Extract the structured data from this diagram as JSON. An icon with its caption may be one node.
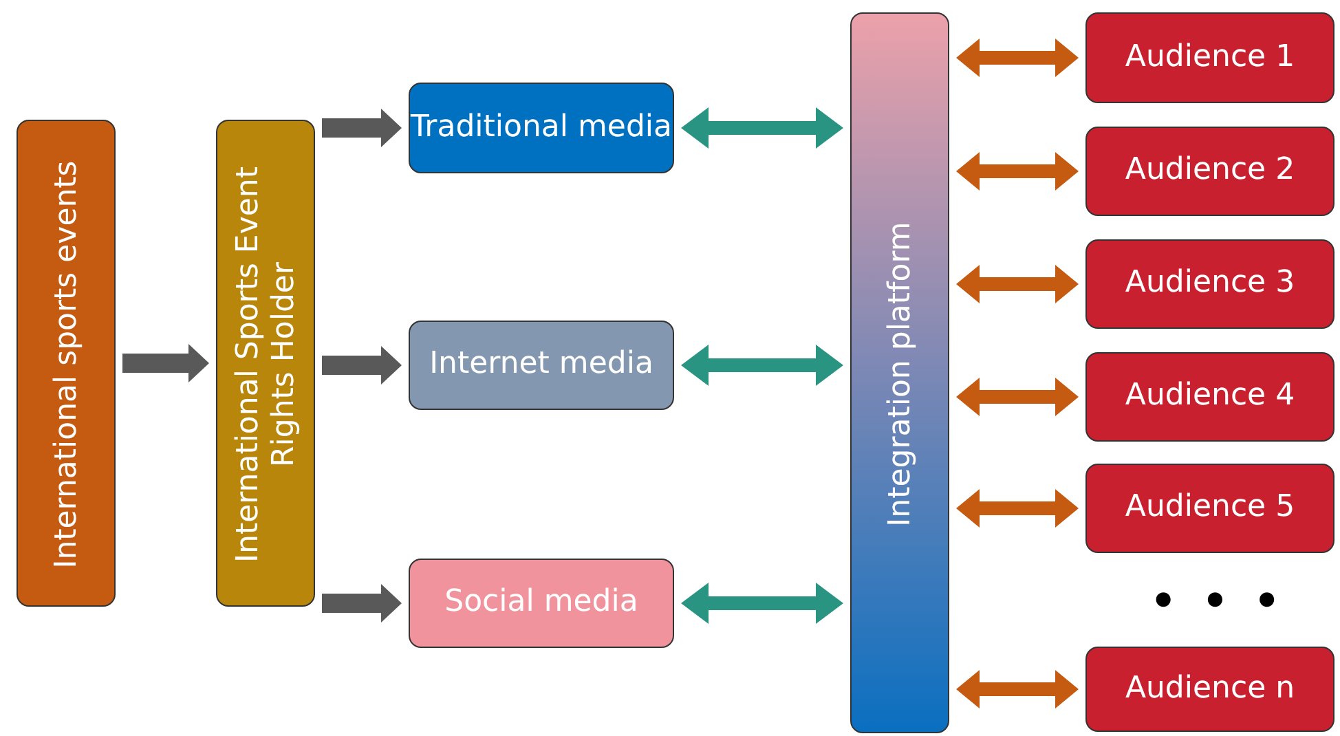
{
  "diagram": {
    "nodes": [
      {
        "text": [
          "International sports events"
        ]
      },
      {
        "text": [
          "International Sports Event Rights Holder"
        ]
      },
      {
        "text": [
          "Traditional media"
        ]
      },
      {
        "text": [
          "Internet media"
        ]
      },
      {
        "text": [
          "Social media"
        ]
      },
      {
        "text": [
          "Integration platform"
        ]
      },
      {
        "text": [
          "Audience 1"
        ]
      },
      {
        "text": [
          "Audience 2"
        ]
      },
      {
        "text": [
          "Audience 3"
        ]
      },
      {
        "text": [
          "Audience 4"
        ]
      },
      {
        "text": [
          "Audience 5"
        ]
      },
      {
        "text": [
          "Audience n"
        ]
      }
    ],
    "edges": [
      {
        "from": 0,
        "to": 1,
        "arrow": "to",
        "color": "#595959"
      },
      {
        "from": 1,
        "to": 2,
        "arrow": "to",
        "color": "#595959"
      },
      {
        "from": 1,
        "to": 3,
        "arrow": "to",
        "color": "#595959"
      },
      {
        "from": 1,
        "to": 4,
        "arrow": "to",
        "color": "#595959"
      },
      {
        "from": 2,
        "to": 5,
        "arrow": "both",
        "color": "#2a9482"
      },
      {
        "from": 3,
        "to": 5,
        "arrow": "both",
        "color": "#2a9482"
      },
      {
        "from": 4,
        "to": 5,
        "arrow": "both",
        "color": "#2a9482"
      },
      {
        "from": 5,
        "to": 6,
        "arrow": "both",
        "color": "#c55a11"
      },
      {
        "from": 5,
        "to": 7,
        "arrow": "both",
        "color": "#c55a11"
      },
      {
        "from": 5,
        "to": 8,
        "arrow": "both",
        "color": "#c55a11"
      },
      {
        "from": 5,
        "to": 9,
        "arrow": "both",
        "color": "#c55a11"
      },
      {
        "from": 5,
        "to": 10,
        "arrow": "both",
        "color": "#c55a11"
      },
      {
        "from": 5,
        "to": 11,
        "arrow": "both",
        "color": "#c55a11"
      }
    ],
    "labels": [
      "• • •"
    ]
  }
}
